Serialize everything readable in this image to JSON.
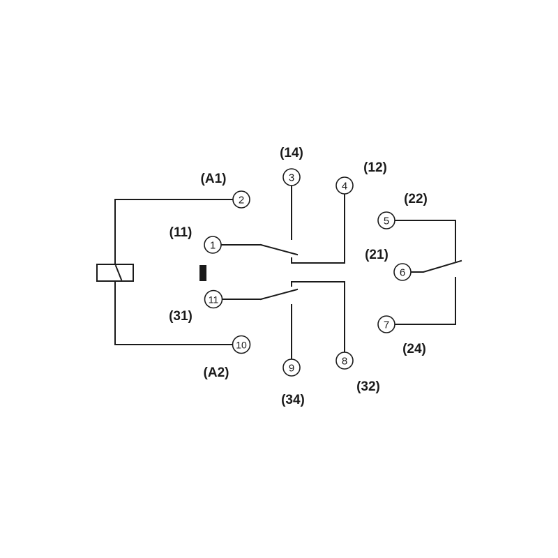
{
  "colors": {
    "line": "#1a1a1a",
    "background": "#ffffff"
  },
  "terminals": {
    "t1": "1",
    "t2": "2",
    "t3": "3",
    "t4": "4",
    "t5": "5",
    "t6": "6",
    "t7": "7",
    "t8": "8",
    "t9": "9",
    "t10": "10",
    "t11": "11"
  },
  "labels": {
    "a1": "(A1)",
    "a2": "(A2)",
    "l11": "(11)",
    "l14": "(14)",
    "l12": "(12)",
    "l31": "(31)",
    "l34": "(34)",
    "l32": "(32)",
    "l21": "(21)",
    "l22": "(22)",
    "l24": "(24)"
  }
}
